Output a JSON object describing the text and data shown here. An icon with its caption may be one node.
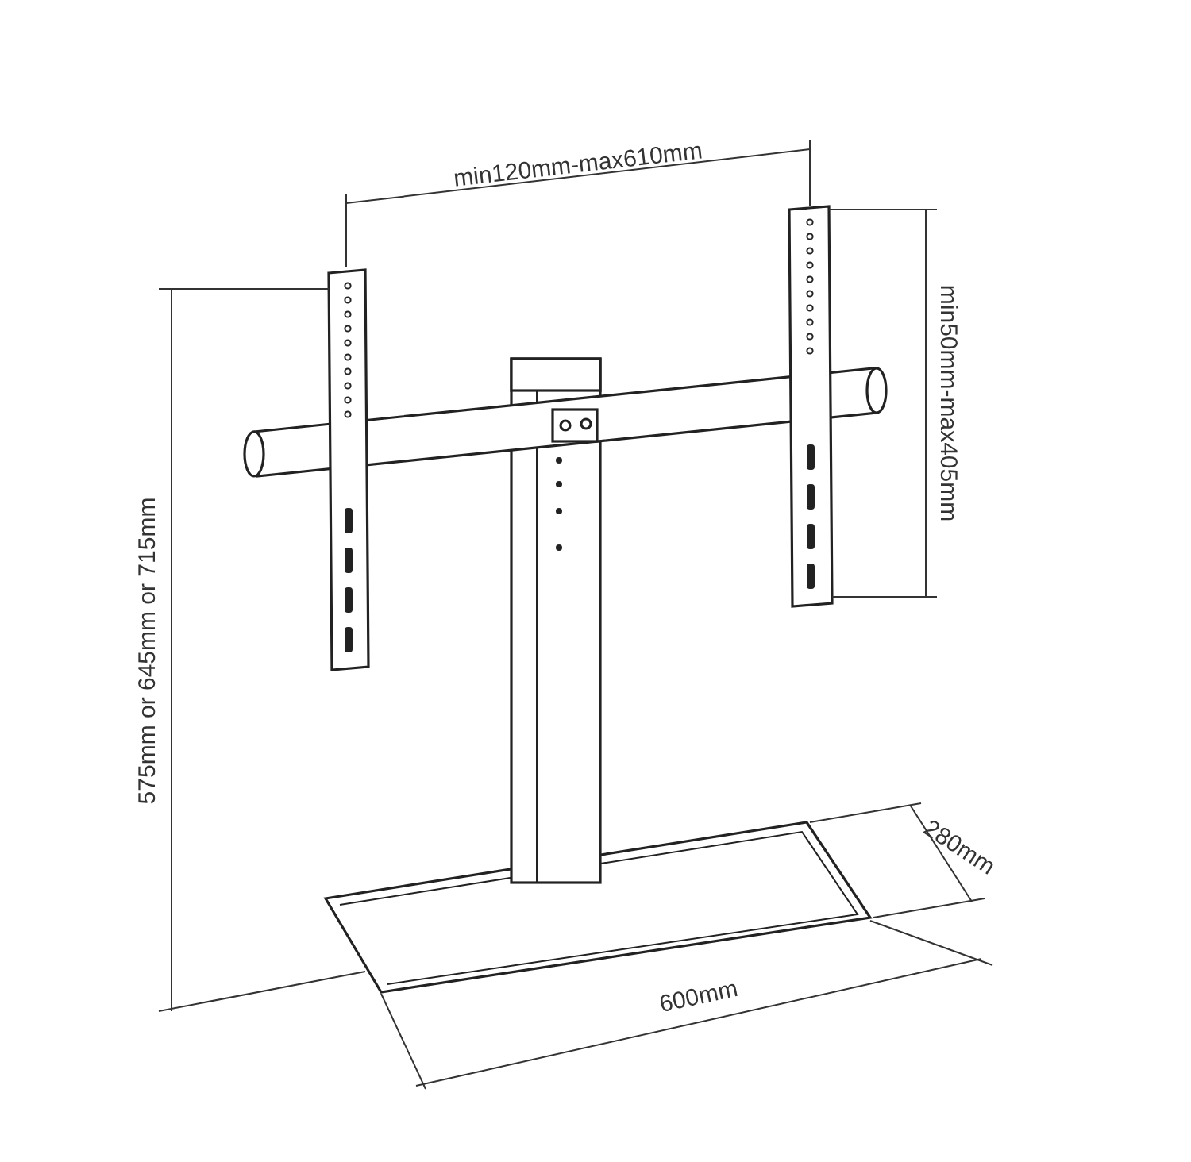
{
  "diagram": {
    "labels": [
      "min120mm-max610mm",
      "min50mm-max405mm",
      "575mm or 645mm or 715mm",
      "280mm",
      "600mm"
    ]
  }
}
